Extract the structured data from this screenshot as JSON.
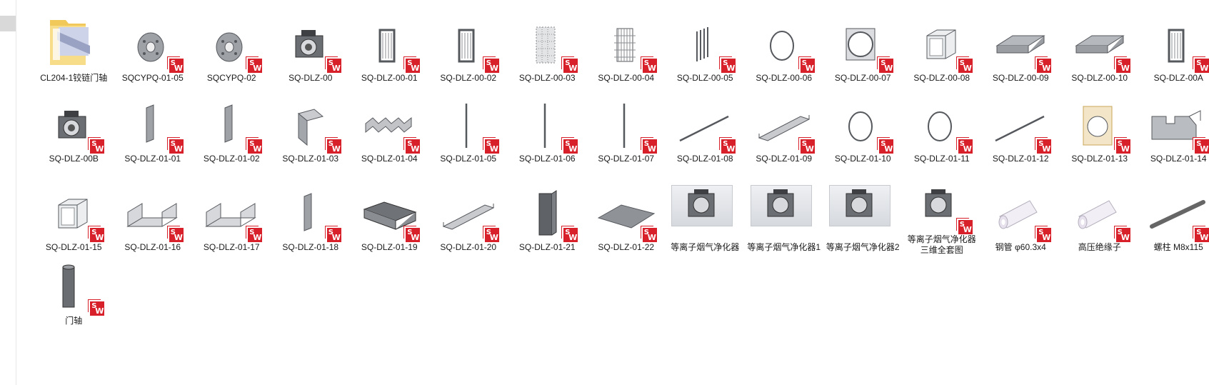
{
  "files": [
    {
      "name": "CL204-1铰链门轴",
      "icon": "folder-icon"
    },
    {
      "name": "SQCYPQ-01-05",
      "icon": "flange-icon"
    },
    {
      "name": "SQCYPQ-02",
      "icon": "flange-icon"
    },
    {
      "name": "SQ-DLZ-00",
      "icon": "purifier-icon"
    },
    {
      "name": "SQ-DLZ-00-01",
      "icon": "frame-icon"
    },
    {
      "name": "SQ-DLZ-00-02",
      "icon": "frame-icon"
    },
    {
      "name": "SQ-DLZ-00-03",
      "icon": "mesh-block-icon"
    },
    {
      "name": "SQ-DLZ-00-04",
      "icon": "electrode-grid-icon"
    },
    {
      "name": "SQ-DLZ-00-05",
      "icon": "rods-icon"
    },
    {
      "name": "SQ-DLZ-00-06",
      "icon": "ring-icon"
    },
    {
      "name": "SQ-DLZ-00-07",
      "icon": "adapter-plate-icon"
    },
    {
      "name": "SQ-DLZ-00-08",
      "icon": "frame-box-icon"
    },
    {
      "name": "SQ-DLZ-00-09",
      "icon": "tray-icon"
    },
    {
      "name": "SQ-DLZ-00-10",
      "icon": "tray-icon"
    },
    {
      "name": "SQ-DLZ-00A",
      "icon": "frame-icon"
    },
    {
      "name": "SQ-DLZ-00B",
      "icon": "purifier-icon"
    },
    {
      "name": "SQ-DLZ-01-01",
      "icon": "plate-icon"
    },
    {
      "name": "SQ-DLZ-01-02",
      "icon": "plate-icon"
    },
    {
      "name": "SQ-DLZ-01-03",
      "icon": "bent-plate-icon"
    },
    {
      "name": "SQ-DLZ-01-04",
      "icon": "corrugated-plate-icon"
    },
    {
      "name": "SQ-DLZ-01-05",
      "icon": "rod-icon"
    },
    {
      "name": "SQ-DLZ-01-06",
      "icon": "rod-icon"
    },
    {
      "name": "SQ-DLZ-01-07",
      "icon": "rod-icon"
    },
    {
      "name": "SQ-DLZ-01-08",
      "icon": "diagonal-rod-icon"
    },
    {
      "name": "SQ-DLZ-01-09",
      "icon": "channel-icon"
    },
    {
      "name": "SQ-DLZ-01-10",
      "icon": "ring-icon"
    },
    {
      "name": "SQ-DLZ-01-11",
      "icon": "ring-icon"
    },
    {
      "name": "SQ-DLZ-01-12",
      "icon": "diagonal-rod-icon"
    },
    {
      "name": "SQ-DLZ-01-13",
      "icon": "disc-plate-icon"
    },
    {
      "name": "SQ-DLZ-01-14",
      "icon": "bracket-icon"
    },
    {
      "name": "SQ-DLZ-01-15",
      "icon": "frame-box-icon"
    },
    {
      "name": "SQ-DLZ-01-16",
      "icon": "u-channel-icon"
    },
    {
      "name": "SQ-DLZ-01-17",
      "icon": "u-channel-icon"
    },
    {
      "name": "SQ-DLZ-01-18",
      "icon": "plate-icon"
    },
    {
      "name": "SQ-DLZ-01-19",
      "icon": "box-tray-icon"
    },
    {
      "name": "SQ-DLZ-01-20",
      "icon": "channel-icon"
    },
    {
      "name": "SQ-DLZ-01-21",
      "icon": "column-icon"
    },
    {
      "name": "SQ-DLZ-01-22",
      "icon": "flat-plate-icon"
    },
    {
      "name": "等离子烟气净化器",
      "icon": "assembly-photo-icon"
    },
    {
      "name": "等离子烟气净化器1",
      "icon": "assembly-photo-icon"
    },
    {
      "name": "等离子烟气净化器2",
      "icon": "assembly-photo-icon"
    },
    {
      "name": "等离子烟气净化器三维全套图",
      "icon": "assembly-photo-icon"
    },
    {
      "name": "钢管 φ60.3x4",
      "icon": "pipe-icon"
    },
    {
      "name": "高压绝缘子",
      "icon": "pipe-icon"
    },
    {
      "name": "螺柱 M8x115",
      "icon": "stud-icon"
    },
    {
      "name": "门轴",
      "icon": "cylinder-icon"
    }
  ],
  "colors": {
    "solidworks_badge": "#d8202a",
    "folder": "#f5d67a",
    "part_gray": "#8a8d92"
  }
}
